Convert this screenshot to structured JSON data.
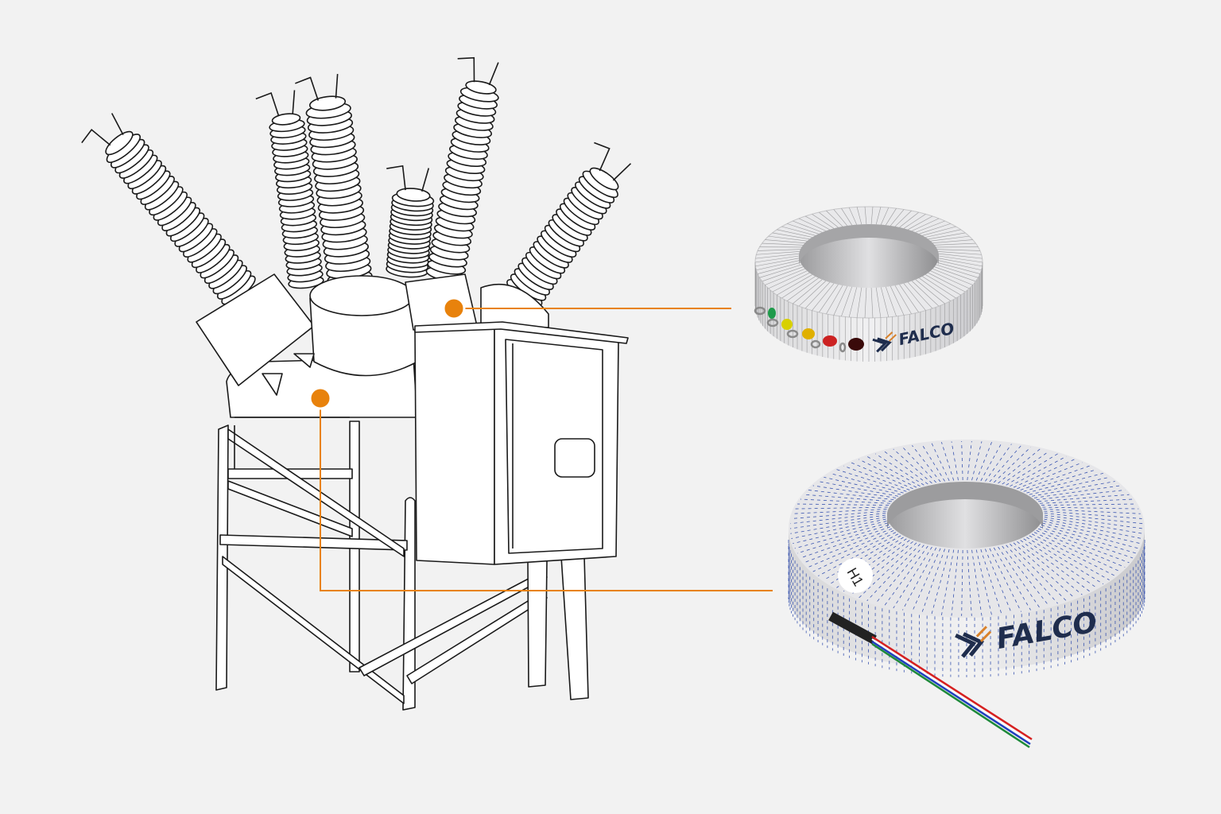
{
  "illustration": {
    "equipment": "circuit-breaker-line-drawing",
    "callout_color": "#e8820c",
    "small_ct": {
      "brand": "FALCO",
      "lead_colors": [
        "#1e9a4a",
        "#d8d000",
        "#e0b000",
        "#cc2222",
        "#3a0a0a"
      ]
    },
    "large_ct": {
      "brand": "FALCO",
      "marking": "H1",
      "wire_colors": [
        "#222222",
        "#d62020",
        "#ffffff",
        "#1f3fbf",
        "#1e8a3a"
      ]
    },
    "logo_colors": {
      "primary": "#1f2d4d",
      "accent": "#d9822b"
    }
  }
}
